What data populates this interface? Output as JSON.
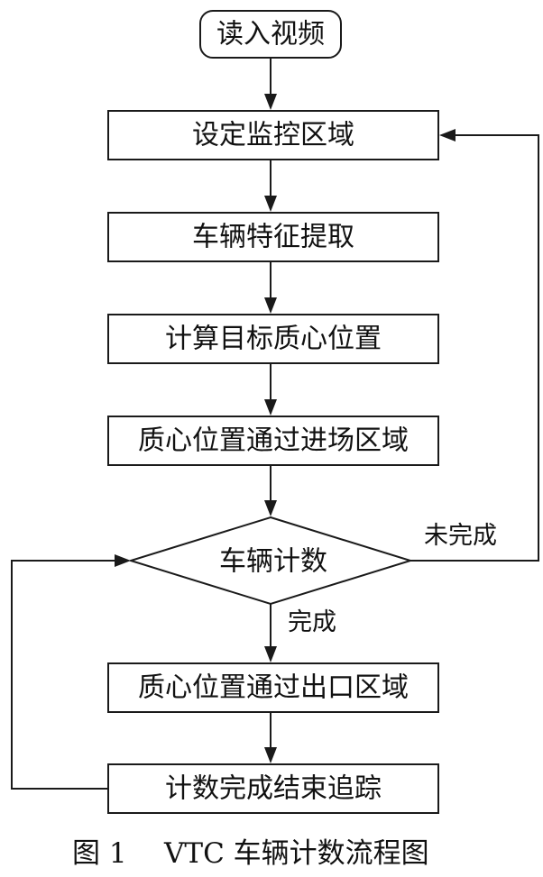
{
  "nodes": {
    "start": "读入视频",
    "set_region": "设定监控区域",
    "feature_extract": "车辆特征提取",
    "centroid": "计算目标质心位置",
    "enter_region": "质心位置通过进场区域",
    "count_decision": "车辆计数",
    "exit_region": "质心位置通过出口区域",
    "finish_tracking": "计数完成结束追踪"
  },
  "edges": {
    "done": "完成",
    "not_done": "未完成"
  },
  "caption": {
    "figure_number": "图 1",
    "title": "VTC 车辆计数流程图"
  }
}
